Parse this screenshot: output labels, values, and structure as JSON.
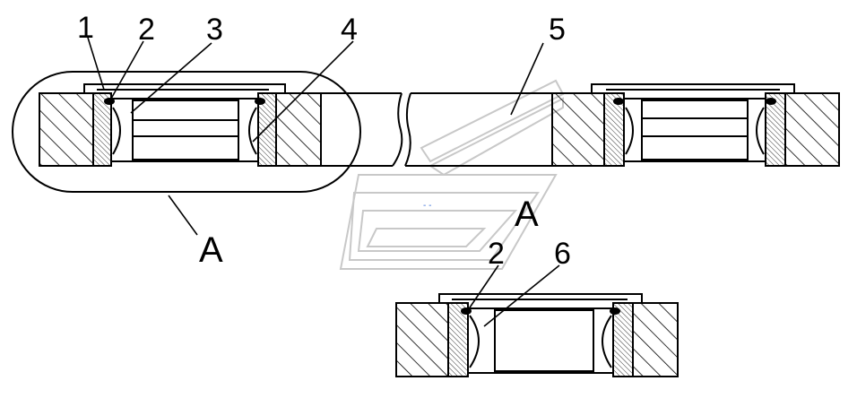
{
  "callouts": {
    "c1": "1",
    "c2": "2",
    "c3": "3",
    "c4": "4",
    "c5": "5",
    "c2b": "2",
    "c6": "6"
  },
  "view_label": "A",
  "detail_label": "A",
  "colors": {
    "line": "#000000",
    "background": "#ffffff",
    "watermark": "#c8c8c8",
    "watermark_accent": "#3a6fd8"
  }
}
